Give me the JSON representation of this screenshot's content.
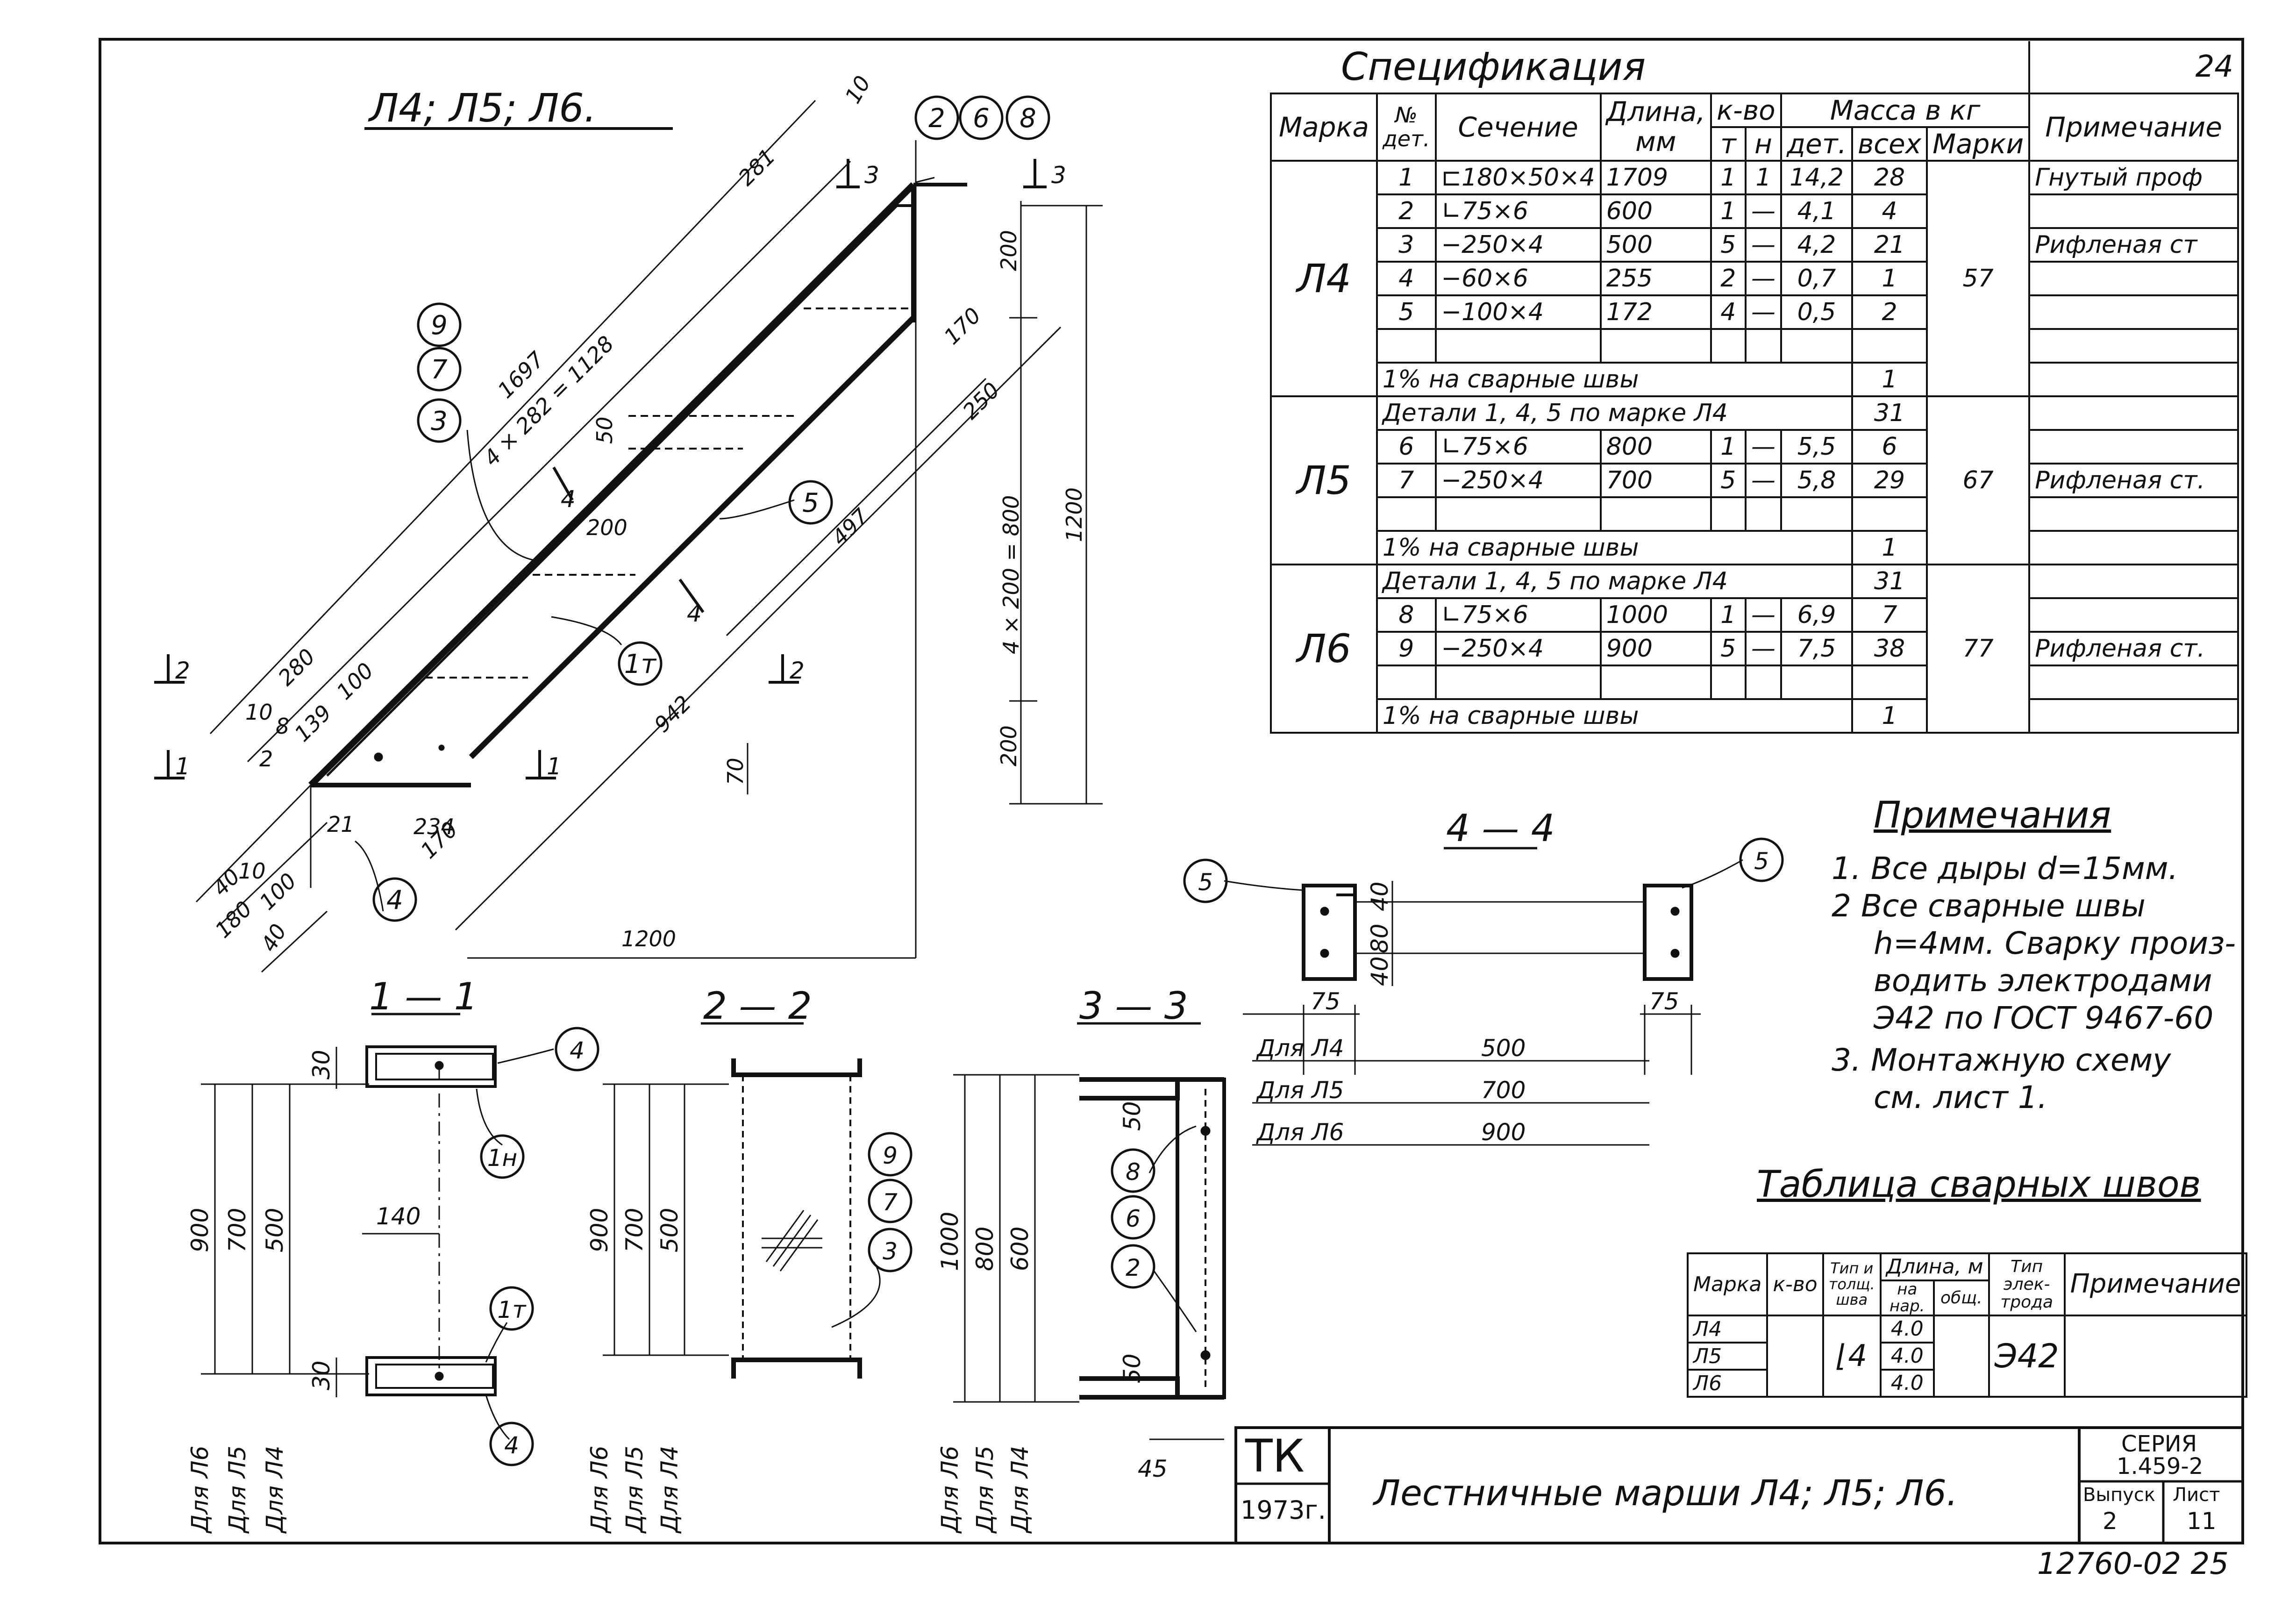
{
  "page_number": "24",
  "top_title": "Л4; Л5; Л6.",
  "spec": {
    "title": "Спецификация",
    "headers": {
      "mark": "Марка",
      "det_no": "№ дет.",
      "section": "Сечение",
      "length": "Длина, мм",
      "qty": "к-во",
      "qty_t": "т",
      "qty_n": "н",
      "mass": "Масса в кг",
      "mass_det": "дет.",
      "mass_all": "всех",
      "mass_mark": "Марки",
      "note": "Примечание"
    },
    "L4": {
      "mark": "Л4",
      "total": "57",
      "rows": [
        {
          "no": "1",
          "sec": "⊏180×50×4",
          "len": "1709",
          "t": "1",
          "n": "1",
          "det": "14,2",
          "all": "28",
          "note": "Гнутый проф"
        },
        {
          "no": "2",
          "sec": "∟75×6",
          "len": "600",
          "t": "1",
          "n": "—",
          "det": "4,1",
          "all": "4",
          "note": ""
        },
        {
          "no": "3",
          "sec": "−250×4",
          "len": "500",
          "t": "5",
          "n": "—",
          "det": "4,2",
          "all": "21",
          "note": "Рифленая ст"
        },
        {
          "no": "4",
          "sec": "−60×6",
          "len": "255",
          "t": "2",
          "n": "—",
          "det": "0,7",
          "all": "1",
          "note": ""
        },
        {
          "no": "5",
          "sec": "−100×4",
          "len": "172",
          "t": "4",
          "n": "—",
          "det": "0,5",
          "all": "2",
          "note": ""
        }
      ],
      "welds_text": "1% на сварные швы",
      "welds_val": "1"
    },
    "L5": {
      "mark": "Л5",
      "total": "67",
      "details_text": "Детали 1, 4, 5 по марке Л4",
      "details_val": "31",
      "rows": [
        {
          "no": "6",
          "sec": "∟75×6",
          "len": "800",
          "t": "1",
          "n": "—",
          "det": "5,5",
          "all": "6",
          "note": ""
        },
        {
          "no": "7",
          "sec": "−250×4",
          "len": "700",
          "t": "5",
          "n": "—",
          "det": "5,8",
          "all": "29",
          "note": "Рифленая ст."
        }
      ],
      "welds_text": "1% на сварные швы",
      "welds_val": "1"
    },
    "L6": {
      "mark": "Л6",
      "total": "77",
      "details_text": "Детали 1, 4, 5 по марке Л4",
      "details_val": "31",
      "rows": [
        {
          "no": "8",
          "sec": "∟75×6",
          "len": "1000",
          "t": "1",
          "n": "—",
          "det": "6,9",
          "all": "7",
          "note": ""
        },
        {
          "no": "9",
          "sec": "−250×4",
          "len": "900",
          "t": "5",
          "n": "—",
          "det": "7,5",
          "all": "38",
          "note": "Рифленая ст."
        }
      ],
      "welds_text": "1% на сварные швы",
      "welds_val": "1"
    }
  },
  "notes": {
    "title": "Примечания",
    "n1": "1.  Все дыры d=15мм.",
    "n2a": "2  Все сварные швы",
    "n2b": "h=4мм. Сварку произ-",
    "n2c": "водить электродами",
    "n2d": "Э42 по ГОСТ 9467-60",
    "n3a": "3.  Монтажную схему",
    "n3b": "см. лист 1."
  },
  "welds_table": {
    "title": "Таблица сварных швов",
    "headers": {
      "mark": "Марка",
      "qty": "к-во",
      "type": "Тип и толщ. шва",
      "length": "Длина, м",
      "len_one": "на нар.",
      "len_all": "общ.",
      "electrode": "Тип элек-трода",
      "note": "Примечание"
    },
    "rows": [
      {
        "mark": "Л4",
        "len": "4.0"
      },
      {
        "mark": "Л5",
        "len": "4.0"
      },
      {
        "mark": "Л6",
        "len": "4.0"
      }
    ],
    "type": "⌊4",
    "electrode": "Э42"
  },
  "stamp": {
    "org": "ТК",
    "year": "1973г.",
    "title": "Лестничные марши Л4; Л5; Л6.",
    "series_label": "СЕРИЯ",
    "series": "1.459-2",
    "issue_label": "Выпуск",
    "issue": "2",
    "sheet_label": "Лист",
    "sheet": "11",
    "doc_no": "12760-02 25"
  },
  "drawing": {
    "callouts_top": [
      "2",
      "6",
      "8"
    ],
    "callouts_left": [
      "9",
      "7",
      "3"
    ],
    "cut_3": "3",
    "cut_2": "2",
    "cut_1": "1",
    "cut_4": "4",
    "c4": "4",
    "c5": "5",
    "c1t": "1т",
    "c1h": "1н",
    "dim_10": "10",
    "dim_281": "281",
    "dim_1697": "1697",
    "dim_4x282": "4 × 282 = 1128",
    "dim_200_top": "200",
    "dim_170": "170",
    "dim_250": "250",
    "dim_497": "497",
    "dim_50": "50",
    "dim_200_mid": "200",
    "dim_4x200": "4 × 200 = 800",
    "dim_1200_v": "1200",
    "dim_200_bot": "200",
    "dim_280": "280",
    "dim_100": "100",
    "dim_139": "139",
    "dim_8": "8",
    "dim_2": "2",
    "dim_10b": "10",
    "dim_942": "942",
    "dim_70": "70",
    "dim_234": "234",
    "dim_170b": "170",
    "dim_21": "21",
    "dim_10c": "10",
    "dim_40": "40",
    "dim_100b": "100",
    "dim_180": "180",
    "dim_40b": "40",
    "dim_1200_h": "1200",
    "sec11": "1 — 1",
    "sec22": "2 — 2",
    "sec33": "3 — 3",
    "sec44": "4 — 4",
    "s11_30a": "30",
    "s11_30b": "30",
    "s11_140": "140",
    "s11_900": "900",
    "s11_700": "700",
    "s11_500": "500",
    "for_L6": "Для Л6",
    "for_L5": "Для Л5",
    "for_L4": "Для Л4",
    "s22_900": "900",
    "s22_700": "700",
    "s22_500": "500",
    "s33_1000": "1000",
    "s33_800": "800",
    "s33_600": "600",
    "s33_50a": "50",
    "s33_50b": "50",
    "s33_45": "45",
    "s44_40": "40",
    "s44_80": "80",
    "s44_40b": "40",
    "s44_75a": "75",
    "s44_75b": "75",
    "s44_row_L4": "Для Л4",
    "s44_row_L5": "Для Л5",
    "s44_row_L6": "Для Л6",
    "s44_500": "500",
    "s44_700": "700",
    "s44_900": "900"
  }
}
